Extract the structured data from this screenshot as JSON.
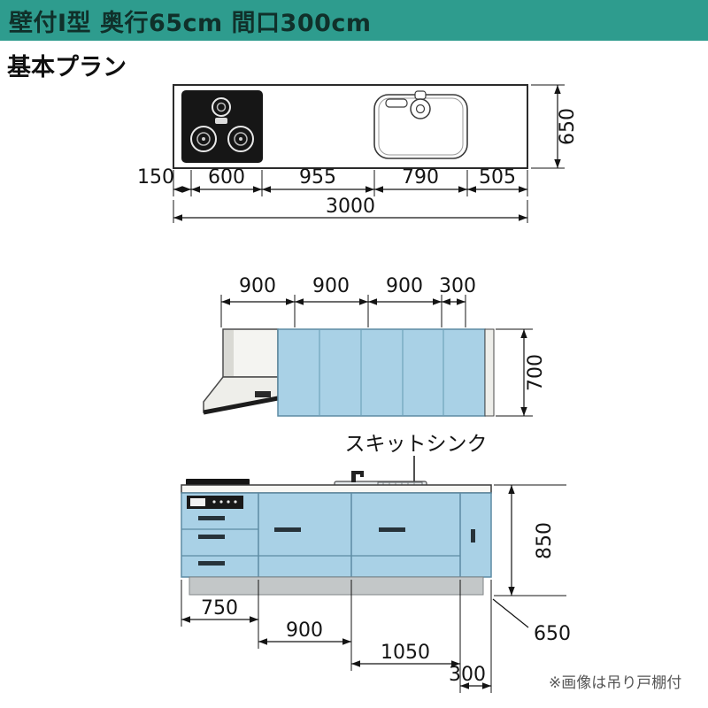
{
  "header": {
    "title": "壁付I型 奥行65cm 間口300cm"
  },
  "section_label": "基本プラン",
  "plan_view": {
    "width_dims": [
      "150",
      "600",
      "955",
      "790",
      "505"
    ],
    "total_width": "3000",
    "depth": "650"
  },
  "wall_cabinets": {
    "width_dims": [
      "900",
      "900",
      "900",
      "300"
    ],
    "height": "700"
  },
  "base_cabinets": {
    "sink_callout": "スキットシンク",
    "width_dims": [
      "750",
      "900",
      "1050",
      "300"
    ],
    "counter_height": "850",
    "depth": "650"
  },
  "footnote": "※画像は吊り戸棚付",
  "colors": {
    "header_bg": "#2e9c8e",
    "cabinet_blue": "#a9d1e6"
  }
}
